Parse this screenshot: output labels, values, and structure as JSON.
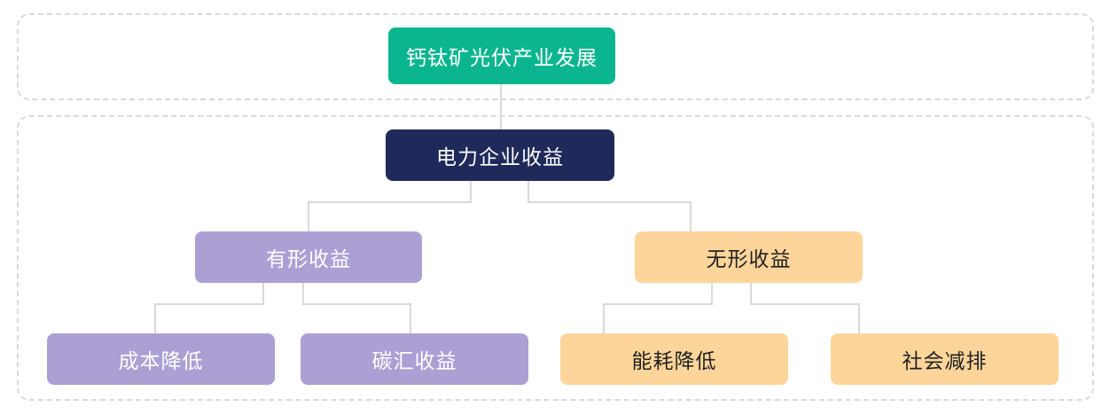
{
  "colors": {
    "root": "#0ab58f",
    "level1": "#1f2a5a",
    "tangible": "#ab9fd4",
    "intangible": "#fdd59a",
    "light_text": "#ffffff",
    "dark_text": "#222222",
    "connector": "#d9d9d9",
    "frame_border": "#d9d9d9"
  },
  "nodes": {
    "root": "钙钛矿光伏产业发展",
    "level1": "电力企业收益",
    "tangible": "有形收益",
    "intangible": "无形收益",
    "leaves": [
      "成本降低",
      "碳汇收益",
      "能耗降低",
      "社会减排"
    ]
  }
}
